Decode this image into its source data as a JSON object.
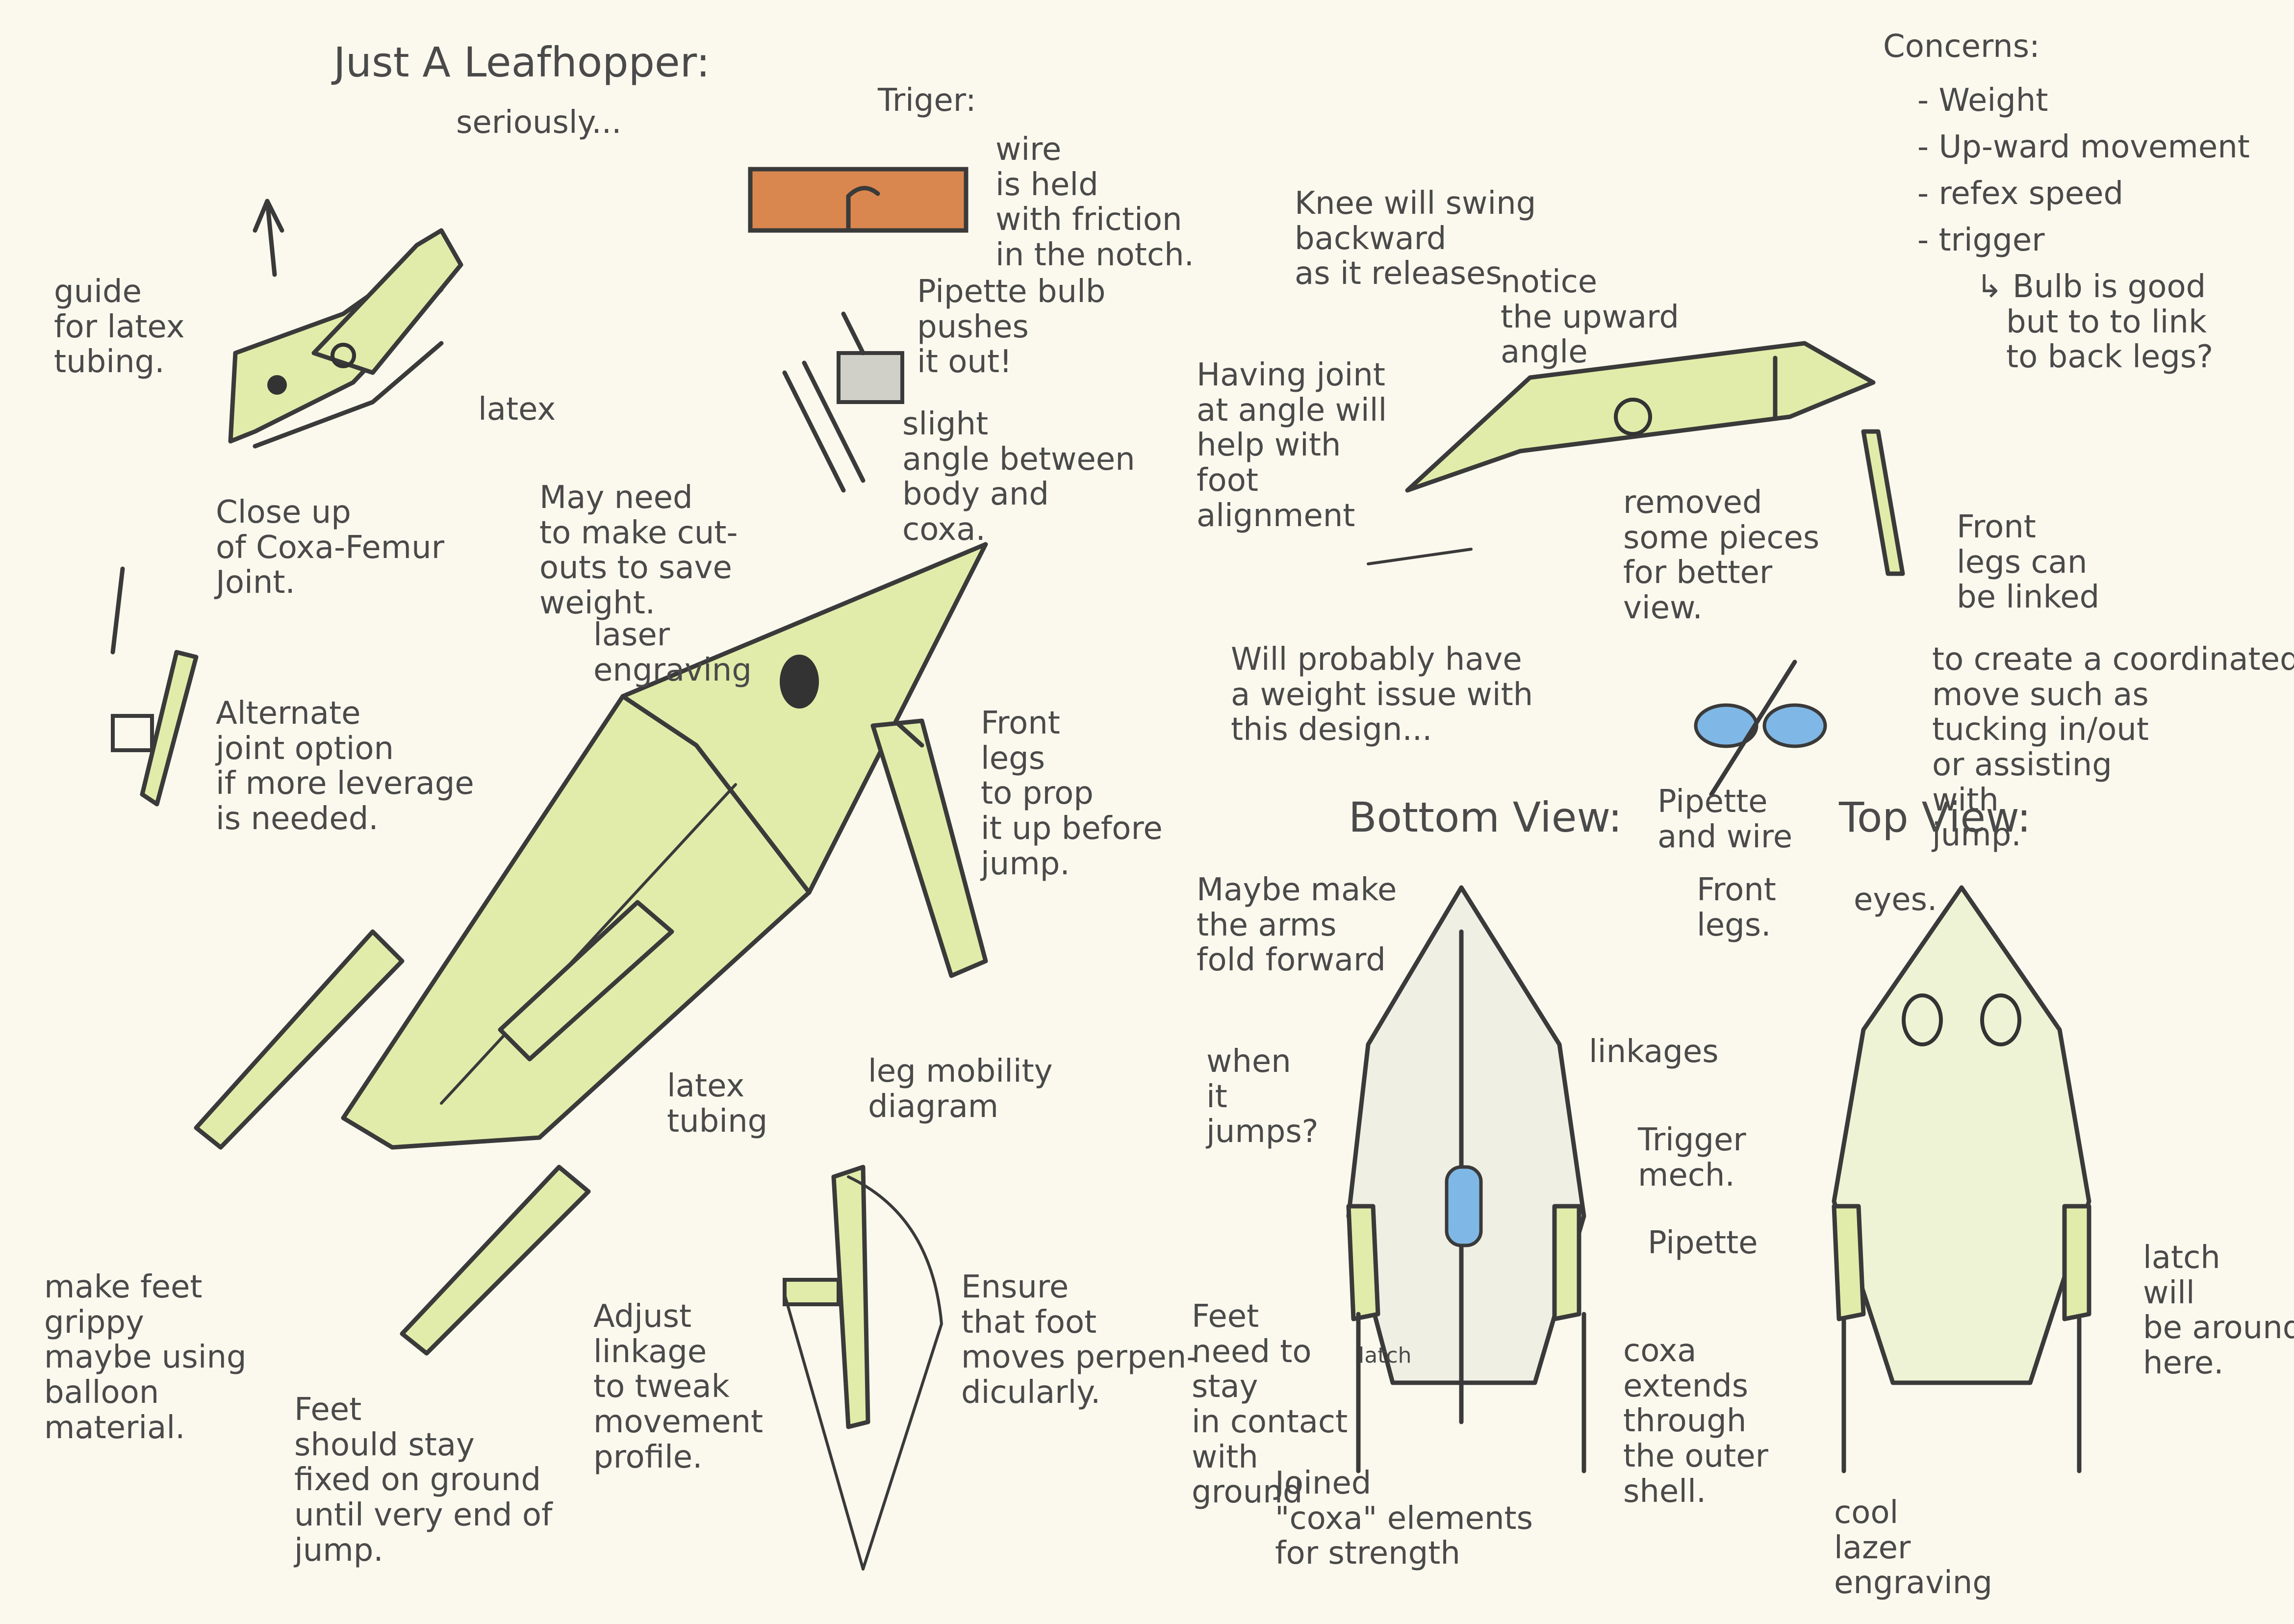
{
  "colors": {
    "paper": "#fbf9ee",
    "pencil": "#3a3a3a",
    "leaf_green": "#e2ecaa",
    "wood_orange": "#d9874f",
    "pipette_blue": "#7fb8e6"
  },
  "icons": [
    "arrow-icon"
  ],
  "notes": {
    "title": "Just A Leafhopper:",
    "subtitle": "seriously...",
    "trigger_label": "Triger:",
    "wire_note": "wire\nis held\nwith friction\nin the notch.",
    "pipette_note": "Pipette bulb\npushes\nit out!",
    "guide_note": "guide\nfor latex\ntubing.",
    "latex_label": "latex",
    "slight_angle": "slight\nangle between\nbody and\ncoxa.",
    "close_up": "Close up\nof Coxa-Femur\nJoint.",
    "cutouts": "May need\nto make cut-\nouts to save\nweight.",
    "laser_engraving": "laser\nengraving",
    "alternate": "Alternate\njoint option\nif more leverage\nis needed.",
    "front_legs_prop": "Front\nlegs\nto prop\nit up before\njump.",
    "latex_tubing": "latex\ntubing",
    "leg_mobility": "leg mobility\ndiagram",
    "make_feet": "make feet\ngrippy\nmaybe using\nballoon\nmaterial.",
    "feet_stay": "Feet\nshould stay\nfixed on ground\nuntil very end of\njump.",
    "adjust": "Adjust\nlinkage\nto tweak\nmovement\nprofile.",
    "ensure": "Ensure\nthat foot\nmoves perpen-\ndicularly.",
    "knee": "Knee will swing\nbackward\nas it releases",
    "notice": "notice\nthe upward\nangle",
    "having_joint": "Having joint\nat angle will\nhelp with\nfoot\nalignment",
    "removed": "removed\nsome pieces\nfor better\nview.",
    "front_legs_linked": "Front\nlegs can\nbe linked",
    "coordinated": "to create a coordinated\nmove such as\ntucking in/out\nor assisting\nwith\njump.",
    "weight_issue": "Will probably have\na weight issue with\nthis design...",
    "pipette_wire": "Pipette\nand wire",
    "bottom_view": "Bottom View:",
    "top_view": "Top View:",
    "arms_fold": "Maybe make\nthe arms\nfold forward",
    "when_jumps": "when\nit\njumps?",
    "linkages": "linkages",
    "trigger_mech": "Trigger\nmech.",
    "pipette": "Pipette",
    "front_legs": "Front\nlegs.",
    "eyes": "eyes.",
    "latch": "latch\nwill\nbe around\nhere.",
    "latch_short": "latch",
    "feet_contact": "Feet\nneed to\nstay\nin contact\nwith\nground",
    "joined": "Joined\n\"coxa\" elements\nfor strength",
    "coxa_extends": "coxa\nextends\nthrough\nthe outer\nshell.",
    "cool_lazer": "cool\nlazer\nengraving",
    "concerns_title": "Concerns:",
    "concerns": [
      "- Weight",
      "- Up-ward movement",
      "- refex speed",
      "- trigger"
    ],
    "bulb_note": "↳ Bulb is good\n   but to to link\n   to back legs?"
  }
}
